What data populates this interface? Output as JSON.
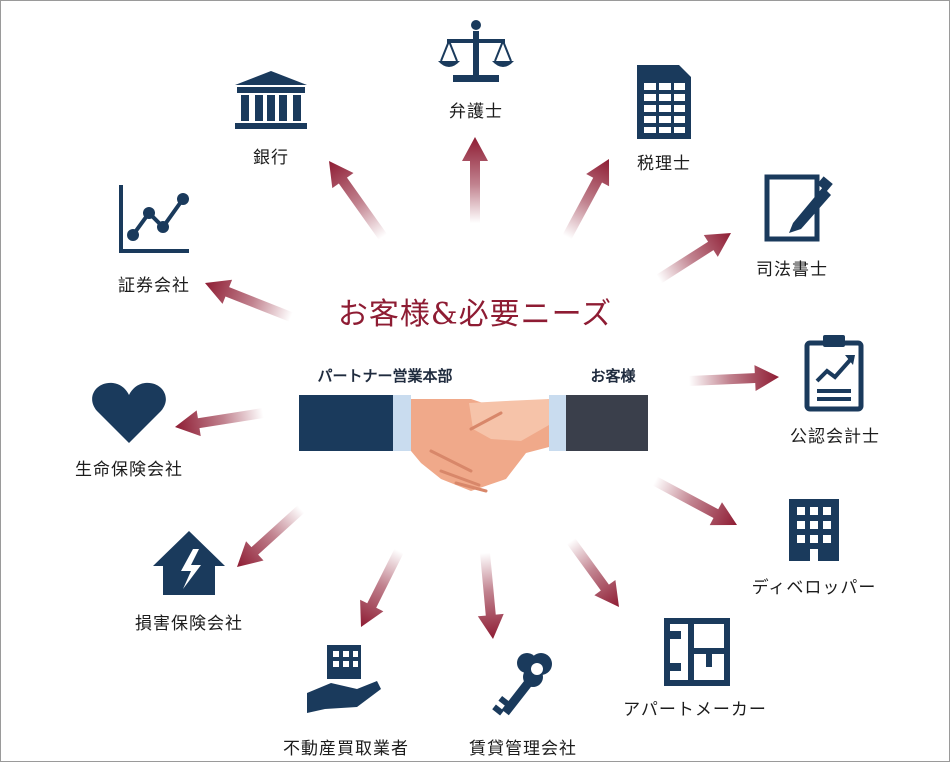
{
  "title": "お客様&必要ニーズ",
  "partner_label": "パートナー営業本部",
  "customer_label": "お客様",
  "nodes": [
    {
      "id": "lawyer",
      "label": "弁護士",
      "icon": "scales-icon"
    },
    {
      "id": "tax",
      "label": "税理士",
      "icon": "spreadsheet-icon"
    },
    {
      "id": "scrivener",
      "label": "司法書士",
      "icon": "document-pen-icon"
    },
    {
      "id": "cpa",
      "label": "公認会計士",
      "icon": "clipboard-chart-icon"
    },
    {
      "id": "developer",
      "label": "ディベロッパー",
      "icon": "building-icon"
    },
    {
      "id": "apartment",
      "label": "アパートメーカー",
      "icon": "floor-plan-icon"
    },
    {
      "id": "rental",
      "label": "賃貸管理会社",
      "icon": "key-icon"
    },
    {
      "id": "realestate",
      "label": "不動産買取業者",
      "icon": "hand-building-icon"
    },
    {
      "id": "nonlife",
      "label": "損害保険会社",
      "icon": "house-lightning-icon"
    },
    {
      "id": "life",
      "label": "生命保険会社",
      "icon": "heart-icon"
    },
    {
      "id": "securities",
      "label": "証券会社",
      "icon": "line-chart-icon"
    },
    {
      "id": "bank",
      "label": "銀行",
      "icon": "bank-icon"
    }
  ],
  "colors": {
    "arrow": "#8e1c33",
    "icon": "#1a3a5c",
    "title": "#8e1c33"
  }
}
